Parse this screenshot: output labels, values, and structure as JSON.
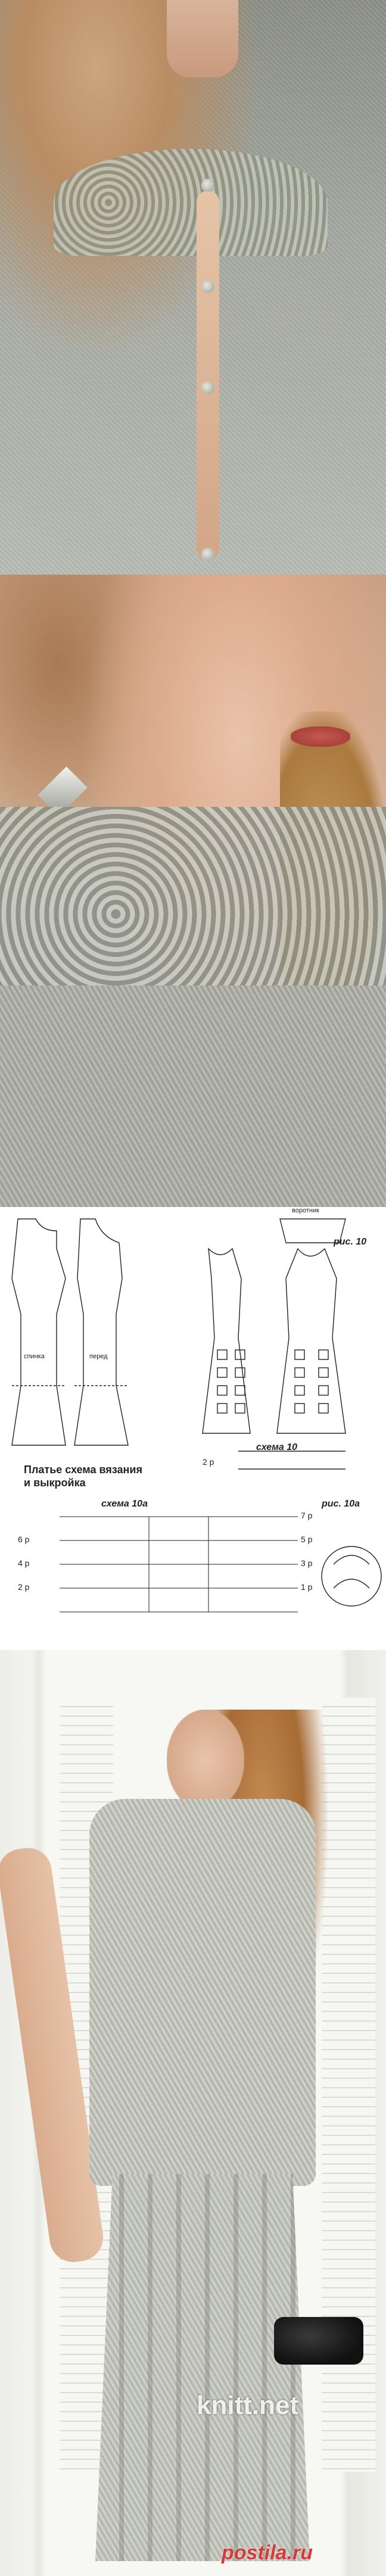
{
  "schema": {
    "title_line1": "Платье схема вязания",
    "title_line2": "и выкройка",
    "fig10": "рис. 10",
    "fig10a": "рис. 10а",
    "scheme10": "схема 10",
    "scheme10a": "схема 10а",
    "pattern_labels": {
      "back": "спинка",
      "front": "перед",
      "collar": "воротник"
    },
    "row_labels_left": [
      "6 р",
      "4 р",
      "2 р"
    ],
    "row_labels_right": [
      "7 р",
      "5 р",
      "3 р",
      "1 р"
    ],
    "row_label_2p": "2 р"
  },
  "watermarks": {
    "site1": "knitt.net",
    "site2": "postila.ru"
  },
  "colors": {
    "knit_gray": "#b5b7ae",
    "skin": "#d8b49a",
    "hair": "#b0824c",
    "ink": "#222222"
  }
}
